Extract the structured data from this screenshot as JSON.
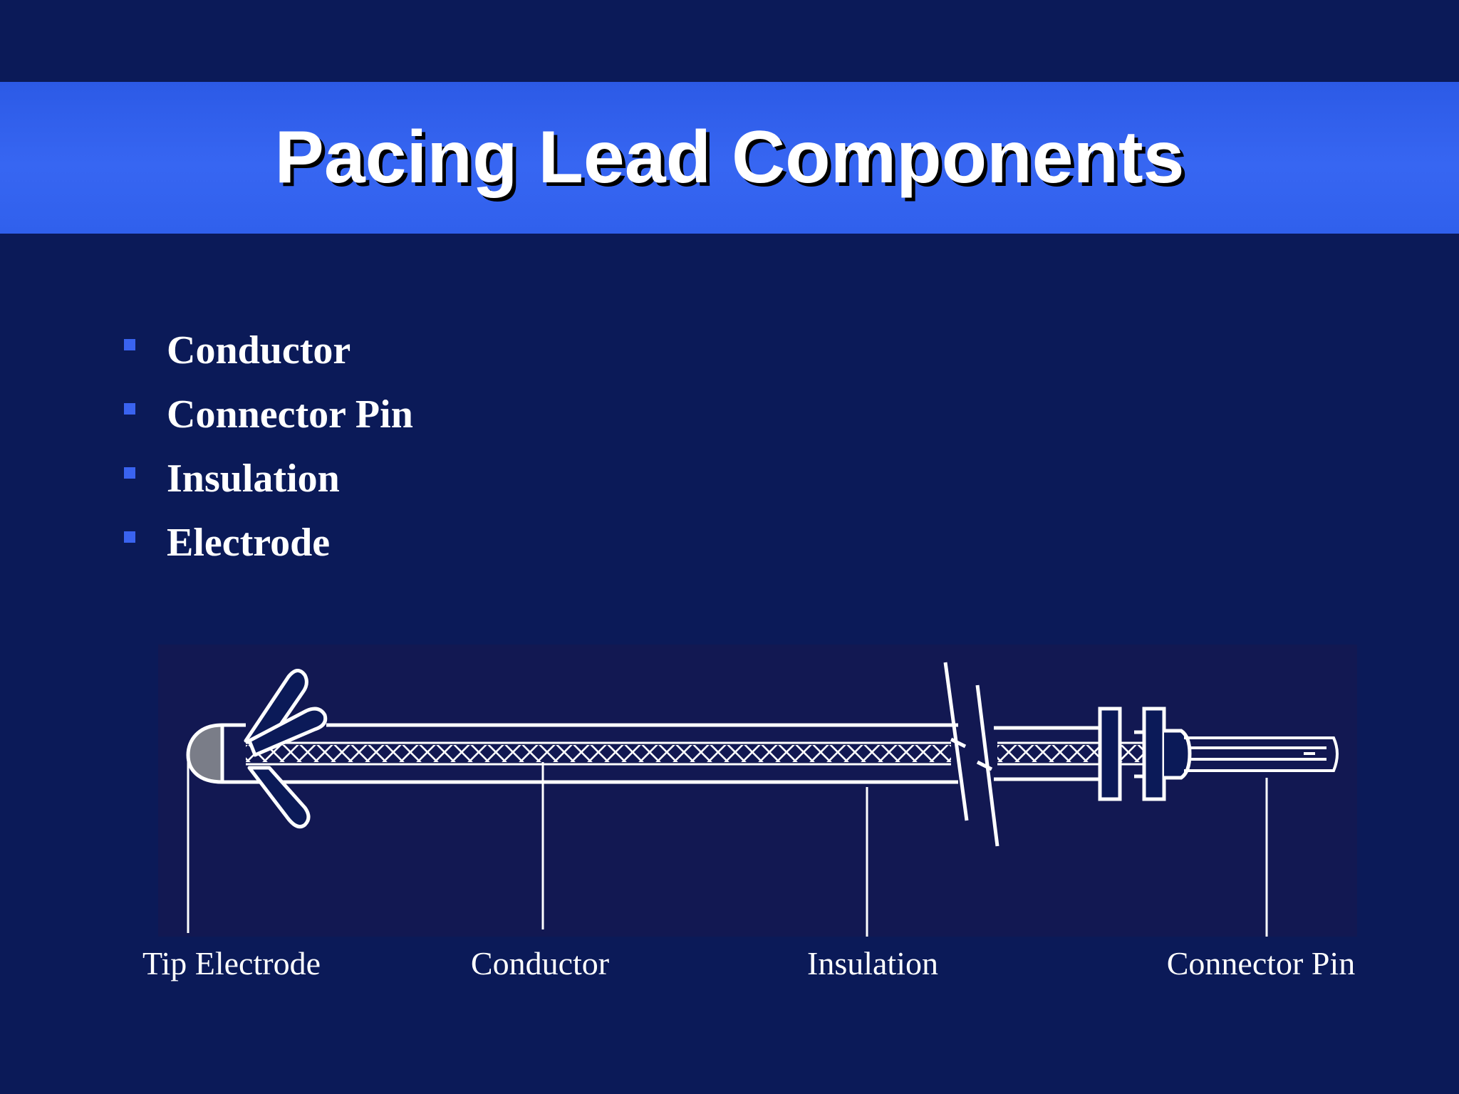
{
  "slide": {
    "title": "Pacing Lead Components",
    "bullets": [
      {
        "label": "Conductor"
      },
      {
        "label": "Connector Pin"
      },
      {
        "label": "Insulation"
      },
      {
        "label": "Electrode"
      }
    ],
    "diagram": {
      "labels": {
        "tip_electrode": "Tip Electrode",
        "conductor": "Conductor",
        "insulation": "Insulation",
        "connector_pin": "Connector Pin"
      }
    },
    "colors": {
      "background": "#0b1a58",
      "title_band": "#3766f2",
      "bullet_marker": "#3a63f0",
      "text": "#ffffff"
    }
  }
}
